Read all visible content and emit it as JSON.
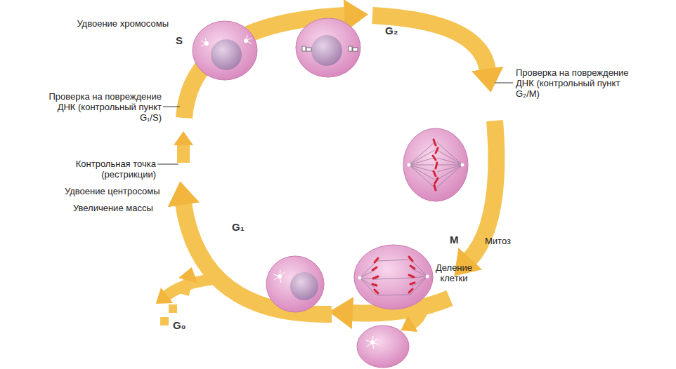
{
  "diagram": {
    "labels": [
      "Удвоение хромосомы",
      "S",
      "G₂",
      "Проверка на повреждение ДНК (контрольный пункт G₁/S)",
      "Проверка на повреждение ДНК (контрольный пункт G₂/M)",
      "Контрольная точка (рестрикции)",
      "Удвоение центросомы",
      "Увеличение массы",
      "G₁",
      "M",
      "Митоз",
      "Деление клетки",
      "G₀"
    ]
  }
}
